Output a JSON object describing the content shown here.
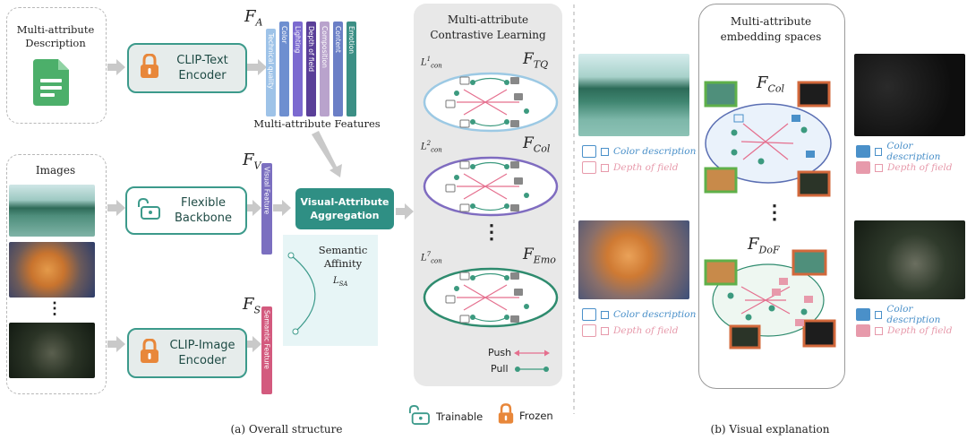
{
  "left_panel": {
    "description_label": "Multi-attribute\nDescription",
    "images_label": "Images",
    "ellipsis": "⋮",
    "clip_text_encoder": "CLIP-Text\nEncoder",
    "flexible_backbone": "Flexible\nBackbone",
    "clip_image_encoder": "CLIP-Image\nEncoder",
    "fa_label": "F",
    "fa_sub": "A",
    "fv_label": "F",
    "fv_sub": "V",
    "fs_label": "F",
    "fs_sub": "S",
    "attribute_features": [
      "Technical quality",
      "Color",
      "Lighting",
      "Depth of field",
      "Composition",
      "Content",
      "Emotion"
    ],
    "attribute_colors": [
      "#9ec3e8",
      "#6e8fd0",
      "#7c6ad0",
      "#5a3f98",
      "#b9a3cc",
      "#6b7fc6",
      "#3c8f85"
    ],
    "multi_attribute_features_label": "Multi-attribute Features",
    "visual_feature_label": "Visual Feature",
    "semantic_feature_label": "Semantic Feature",
    "aggregation_label": "Visual-Attribute\nAggregation",
    "semantic_affinity_label": "Semantic\nAffinity",
    "lsa_label": "L",
    "lsa_sub": "SA",
    "caption": "(a) Overall structure"
  },
  "contrastive_panel": {
    "title": "Multi-attribute\nContrastive Learning",
    "groups": [
      {
        "loss": "L",
        "loss_sup": "1",
        "loss_sub": "con",
        "space": "F",
        "space_sub": "TQ",
        "ring_color": "#9cc9e4"
      },
      {
        "loss": "L",
        "loss_sup": "2",
        "loss_sub": "con",
        "space": "F",
        "space_sub": "Col",
        "ring_color": "#7f6cc0"
      },
      {
        "loss": "L",
        "loss_sup": "7",
        "loss_sub": "con",
        "space": "F",
        "space_sub": "Emo",
        "ring_color": "#2e8b6e"
      }
    ],
    "ellipsis": "⋮",
    "push_label": "Push",
    "pull_label": "Pull",
    "push_color": "#e56f8e",
    "pull_color": "#3c9a7f",
    "trainable_label": "Trainable",
    "frozen_label": "Frozen"
  },
  "right_panel": {
    "title": "Multi-attribute\nembedding spaces",
    "space_col": "F",
    "space_col_sub": "Col",
    "space_dof": "F",
    "space_dof_sub": "DoF",
    "ellipsis": "⋮",
    "color_description": "Color description",
    "depth_of_field": "Depth of field",
    "caption": "(b) Visual explanation",
    "blue_color": "#4a90c9",
    "pink_color": "#e79aab"
  }
}
